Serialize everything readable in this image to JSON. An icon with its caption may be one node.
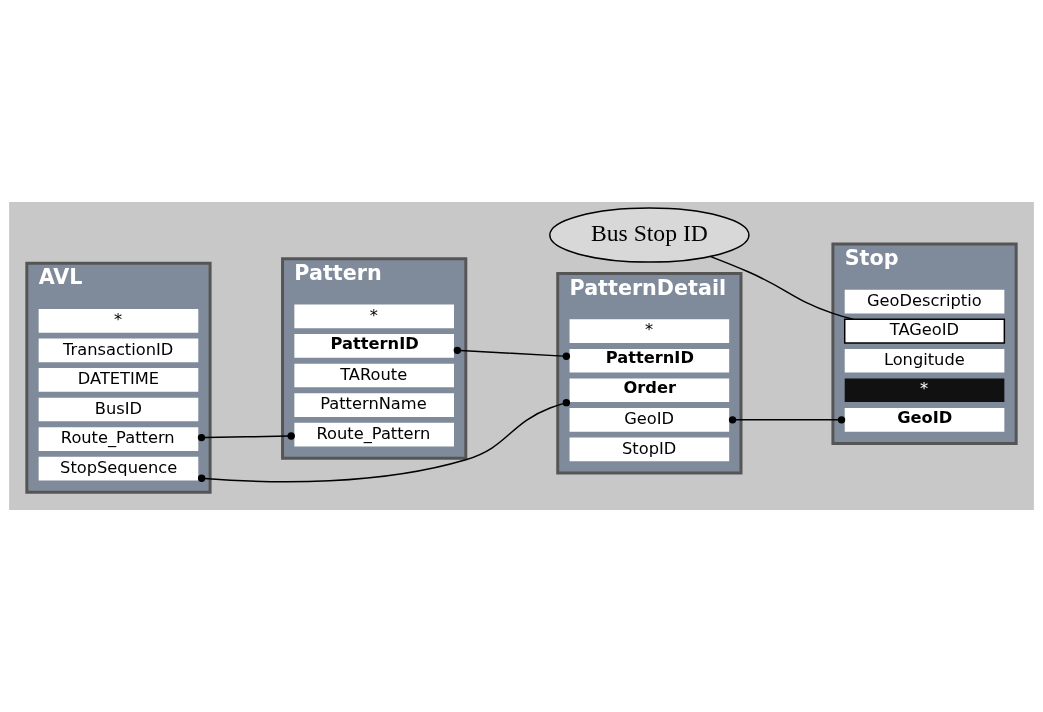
{
  "diagram": {
    "nodes": [
      {
        "text": [
          "Pattern"
        ]
      },
      {
        "text": [
          "*"
        ],
        "in": 0
      },
      {
        "text": [
          "PatternID"
        ],
        "in": 0
      },
      {
        "text": [
          "TARoute"
        ],
        "in": 0
      },
      {
        "text": [
          "PatternName"
        ],
        "in": 0
      },
      {
        "text": [
          "Route_Pattern"
        ],
        "in": 0
      },
      {
        "text": [
          "AVL"
        ]
      },
      {
        "text": [
          "*"
        ],
        "in": 6
      },
      {
        "text": [
          "TransactionID"
        ],
        "in": 6
      },
      {
        "text": [
          "DATETIME"
        ],
        "in": 6
      },
      {
        "text": [
          "BusID"
        ],
        "in": 6
      },
      {
        "text": [
          "Route_Pattern"
        ],
        "in": 6
      },
      {
        "text": [
          "StopSequence"
        ],
        "in": 6
      },
      {
        "text": [
          "PatternDetail"
        ]
      },
      {
        "text": [
          "*"
        ],
        "in": 13
      },
      {
        "text": [
          "PatternID"
        ],
        "in": 13
      },
      {
        "text": [
          "Order"
        ],
        "in": 13
      },
      {
        "text": [
          "GeoID"
        ],
        "in": 13
      },
      {
        "text": [
          "StopID"
        ],
        "in": 13
      },
      {
        "text": [
          "Stop"
        ]
      },
      {
        "text": [
          "*"
        ],
        "in": 19
      },
      {
        "text": [
          "GeoID"
        ],
        "in": 19
      },
      {
        "text": [
          "GeoDescriptio"
        ],
        "in": 19
      },
      {
        "text": [
          "TAGeoID"
        ],
        "in": 19
      },
      {
        "text": [
          "Longitude"
        ],
        "in": 19
      },
      {
        "text": [
          "Bus Stop ID"
        ]
      }
    ],
    "edges": [
      {
        "from": 11,
        "to": 5,
        "arrow": "other"
      },
      {
        "from": 2,
        "to": 15,
        "arrow": "other"
      },
      {
        "from": 12,
        "to": 16,
        "arrow": "other"
      },
      {
        "from": 17,
        "to": 21,
        "arrow": "other"
      },
      {
        "from": 25,
        "to": 23,
        "arrow": "none"
      }
    ]
  }
}
